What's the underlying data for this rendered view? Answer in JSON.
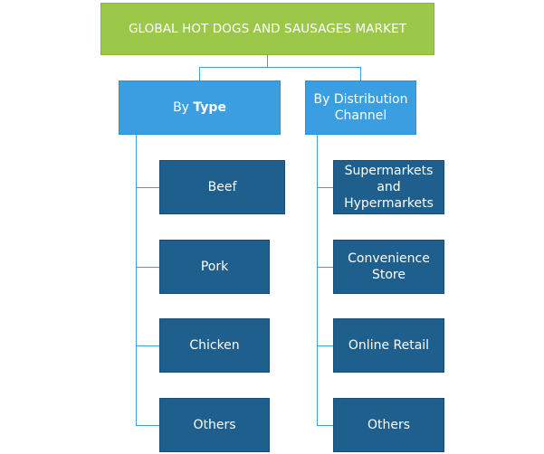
{
  "root": {
    "title": "GLOBAL HOT DOGS AND SAUSAGES MARKET"
  },
  "categories": [
    {
      "prefix": "By",
      "label_bold": "Type",
      "items": [
        "Beef",
        "Pork",
        "Chicken",
        "Others"
      ]
    },
    {
      "label_line1": "By Distribution",
      "label_line2": "Channel",
      "items": [
        [
          "Supermarkets",
          "and",
          "Hypermarkets"
        ],
        [
          "Convenience",
          "Store"
        ],
        [
          "Online Retail"
        ],
        [
          "Others"
        ]
      ]
    }
  ],
  "colors": {
    "root": "#9cc84a",
    "category": "#3b9ee0",
    "item": "#1f5f8e",
    "connector": "#3b9ee0"
  }
}
